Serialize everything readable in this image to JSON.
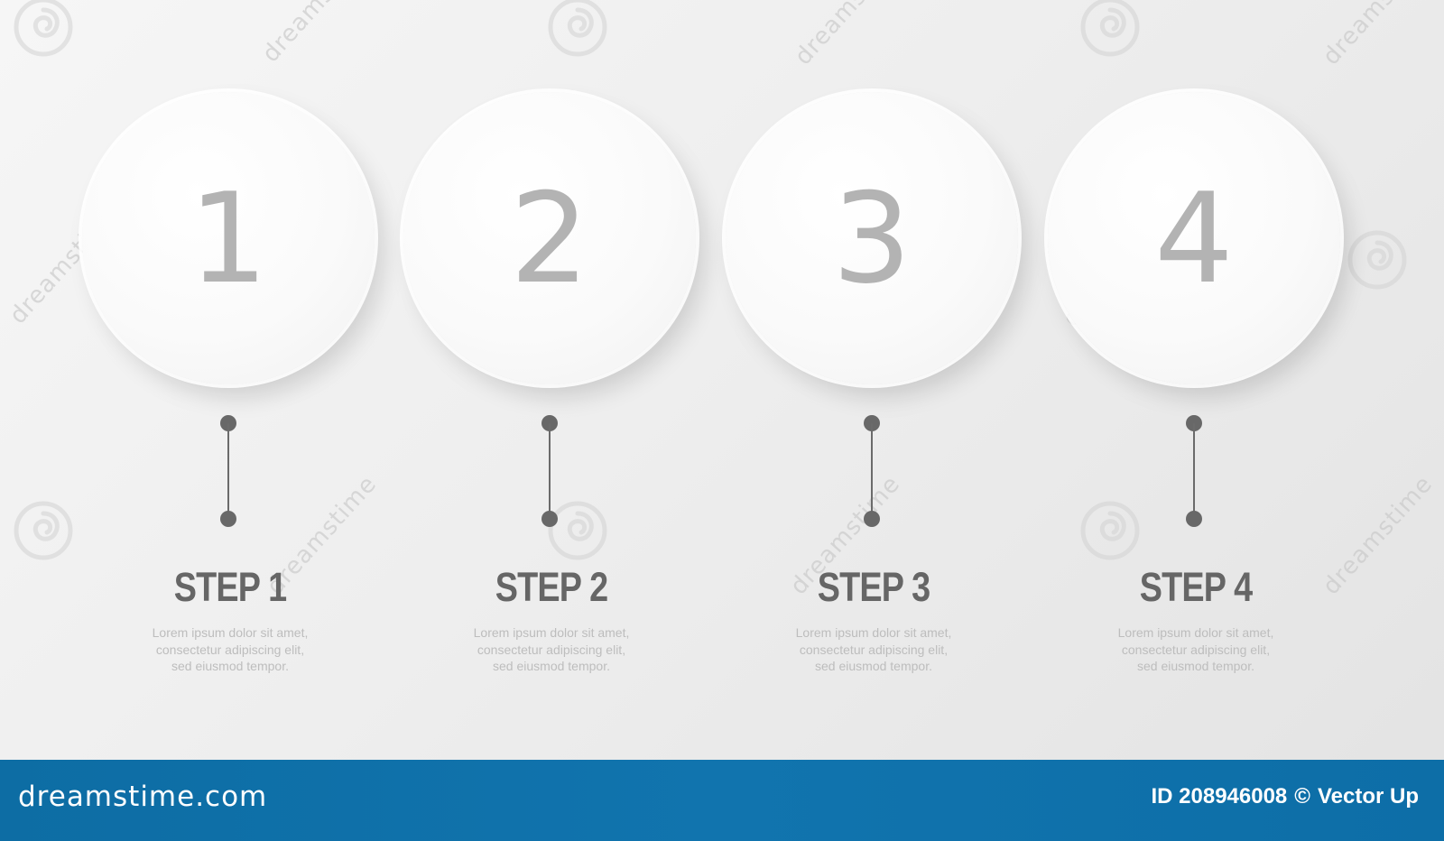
{
  "steps": [
    {
      "number": "1",
      "title": "STEP 1",
      "lines": [
        "Lorem ipsum dolor sit amet,",
        "consectetur adipiscing elit,",
        "sed eiusmod tempor."
      ]
    },
    {
      "number": "2",
      "title": "STEP 2",
      "lines": [
        "Lorem ipsum dolor sit amet,",
        "consectetur adipiscing elit,",
        "sed eiusmod tempor."
      ]
    },
    {
      "number": "3",
      "title": "STEP 3",
      "lines": [
        "Lorem ipsum dolor sit amet,",
        "consectetur adipiscing elit,",
        "sed eiusmod tempor."
      ]
    },
    {
      "number": "4",
      "title": "STEP 4",
      "lines": [
        "Lorem ipsum dolor sit amet,",
        "consectetur adipiscing elit,",
        "sed eiusmod tempor."
      ]
    }
  ],
  "footer": {
    "brand": "dreamstime.com",
    "id_text": "ID 208946008",
    "copyright_symbol": "©",
    "author": "Vector Up"
  },
  "watermark": {
    "text": "dreamstime"
  },
  "colors": {
    "background": "#eeeeee",
    "circle": "#fafafa",
    "number": "#b3b3b3",
    "connector": "#686868",
    "title": "#666666",
    "description": "#bdbdbd",
    "footer": "#1174ae",
    "footer_text": "#ffffff"
  },
  "icons": {
    "step_connector": "line-with-end-dots-icon",
    "watermark_mark": "spiral-watermark-icon"
  }
}
